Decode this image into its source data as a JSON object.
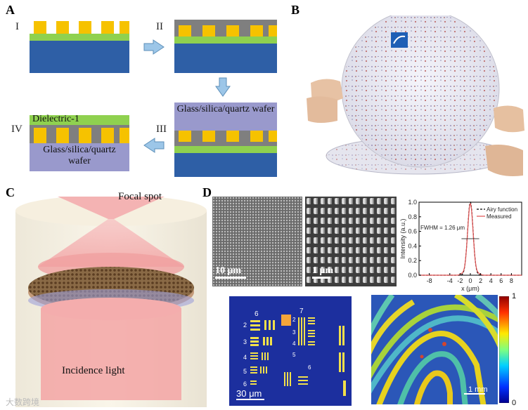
{
  "panels": {
    "A": "A",
    "B": "B",
    "C": "C",
    "D": "D"
  },
  "steps": {
    "I": "I",
    "II": "II",
    "III": "III",
    "IV": "IV"
  },
  "labels": {
    "glass_wafer": "Glass/silica/quartz wafer",
    "dielectric": "Dielectric-1",
    "focal_spot": "Focal spot",
    "incidence_light": "Incidence light"
  },
  "scale_bars": {
    "sem1": "10 μm",
    "sem2": "1 μm",
    "usaf": "30 μm",
    "finger": "1 mm"
  },
  "colorbar": {
    "max": "1",
    "min": "0"
  },
  "usaf_numbers": [
    "6",
    "7",
    "2",
    "3",
    "4",
    "5",
    "6",
    "2",
    "3",
    "4",
    "5",
    "6"
  ],
  "colors": {
    "gold": "#f6c200",
    "green": "#8fd14f",
    "blue": "#2e5fa6",
    "gray": "#7f7f7f",
    "lavender": "#9999cc",
    "arrow": "#9cc6e8"
  },
  "chart_data": {
    "type": "line",
    "title": "",
    "xlabel": "x (μm)",
    "ylabel": "Intensity (a.u.)",
    "xlim": [
      -10,
      10
    ],
    "ylim": [
      0,
      1
    ],
    "xticks": [
      "-8",
      "-4",
      "-2",
      "0",
      "2",
      "4",
      "6",
      "8"
    ],
    "xtick_values": [
      -8,
      -4,
      -2,
      0,
      2,
      4,
      6,
      8
    ],
    "yticks": [
      "0.0",
      "0.2",
      "0.4",
      "0.6",
      "0.8",
      "1.0"
    ],
    "ytick_values": [
      0,
      0.2,
      0.4,
      0.6,
      0.8,
      1.0
    ],
    "annotation": "FWHM = 1.26 μm",
    "legend_placement": "top-right",
    "series": [
      {
        "name": "Airy function",
        "style": "dashed",
        "color": "#000000",
        "fwhm": 1.26
      },
      {
        "name": "Measured",
        "style": "solid",
        "color": "#e05050",
        "fwhm": 1.26
      }
    ]
  },
  "watermark": "大数跨境"
}
